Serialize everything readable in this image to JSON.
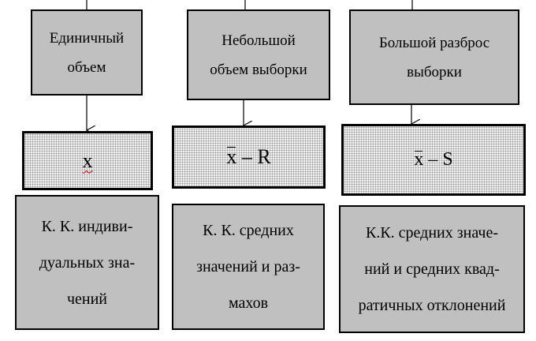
{
  "columns": [
    {
      "header_lines": [
        "Единичный",
        "объем"
      ],
      "formula": "x",
      "description_lines": [
        "К. К. индиви-",
        "дуальных зна-",
        "чений"
      ]
    },
    {
      "header_lines": [
        "Небольшой",
        "объем выборки"
      ],
      "formula": {
        "bar_symbol": "x",
        "rest": " – R"
      },
      "description_lines": [
        "К. К. средних",
        "значений и раз-",
        "махов"
      ]
    },
    {
      "header_lines": [
        "Большой разброс",
        "выборки"
      ],
      "formula": {
        "bar_symbol": "x",
        "rest": " – S"
      },
      "description_lines": [
        "К.К. средних значе-",
        "ний и средних квад-",
        "ратичных отклонений"
      ]
    }
  ]
}
